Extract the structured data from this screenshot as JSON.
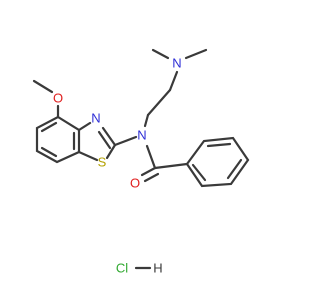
{
  "molecule": {
    "atoms": {
      "n_amine": "N",
      "n_amide": "N",
      "n_thiazole": "N",
      "s_thiazole": "S",
      "o_carbonyl": "O",
      "o_methoxy": "O"
    },
    "salt": {
      "cl": "Cl",
      "h": "H"
    }
  },
  "colors": {
    "bond": "#3a3a3a",
    "nitrogen": "#2f2fd6",
    "oxygen": "#e02020",
    "sulfur": "#b3a100",
    "chlorine": "#2fa82f",
    "hydrogen": "#3a3a3a"
  }
}
